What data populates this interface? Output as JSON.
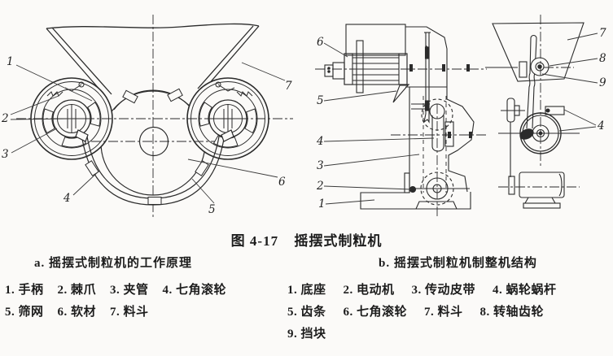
{
  "colors": {
    "paper": "#fbfaf8",
    "ink": "#2b2b2b"
  },
  "figure": {
    "number": "图 4-17",
    "name": "摇摆式制粒机"
  },
  "panel_a": {
    "caption": "a. 摇摆式制粒机的工作原理",
    "legend": [
      [
        "1. 手柄",
        "2. 棘爪",
        "3. 夹管",
        "4. 七角滚轮"
      ],
      [
        "5. 筛网",
        "6. 软材",
        "7. 料斗"
      ]
    ],
    "callouts": [
      "1",
      "2",
      "3",
      "4",
      "5",
      "6",
      "7"
    ]
  },
  "panel_b": {
    "caption": "b. 摇摆式制粒机制整机结构",
    "legend": [
      [
        "1. 底座",
        "2. 电动机",
        "3. 传动皮带",
        "4. 蜗轮蜗杆"
      ],
      [
        "5. 齿条",
        "6. 七角滚轮",
        "7. 料斗",
        "8. 转轴齿轮"
      ],
      [
        "9. 挡块"
      ]
    ],
    "side_callouts": [
      "1",
      "2",
      "3",
      "4",
      "5",
      "6"
    ],
    "front_callouts": [
      "7",
      "8",
      "9",
      "4"
    ]
  }
}
